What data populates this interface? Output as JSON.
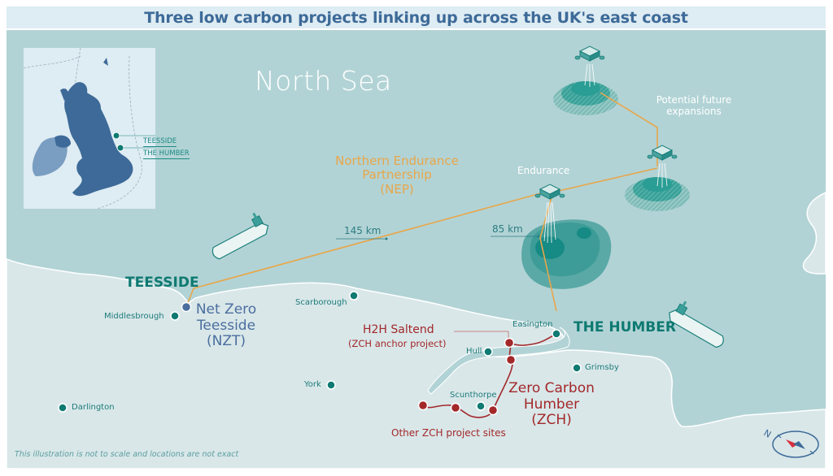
{
  "title": "Three low carbon projects linking up across the UK's east coast",
  "sea_label": "North Sea",
  "inset": {
    "labels": [
      "TEESSIDE",
      "THE HUMBER"
    ]
  },
  "projects": {
    "nep": {
      "line1": "Northern Endurance",
      "line2": "Partnership",
      "line3": "(NEP)"
    },
    "nzt": {
      "line1": "Net Zero",
      "line2": "Teesside",
      "line3": "(NZT)"
    },
    "zch": {
      "line1": "Zero Carbon",
      "line2": "Humber",
      "line3": "(ZCH)"
    },
    "h2h": {
      "line1": "H2H Saltend",
      "line2": "(ZCH anchor project)"
    },
    "other_sites": "Other ZCH project sites"
  },
  "stores": {
    "endurance": "Endurance",
    "future_line1": "Potential future",
    "future_line2": "expansions"
  },
  "distances": {
    "teesside_to_endurance": "145 km",
    "humber_to_endurance": "85 km"
  },
  "regions": {
    "teesside": "TEESSIDE",
    "humber": "THE HUMBER"
  },
  "towns": [
    {
      "name": "Middlesbrough"
    },
    {
      "name": "Scarborough"
    },
    {
      "name": "Darlington"
    },
    {
      "name": "York"
    },
    {
      "name": "Hull"
    },
    {
      "name": "Easington"
    },
    {
      "name": "Grimsby"
    },
    {
      "name": "Scunthorpe"
    }
  ],
  "disclaimer": "This illustration is not to scale and locations are not exact",
  "colors": {
    "title_text": "#3d6a98",
    "sea": "#b2d3d5",
    "land": "#d9e7e9",
    "pipeline": "#e8a64a",
    "nzt": "#4a6e9e",
    "zch": "#a3282a",
    "town_dot": "#0e7a72",
    "store": "#2a9d94"
  }
}
